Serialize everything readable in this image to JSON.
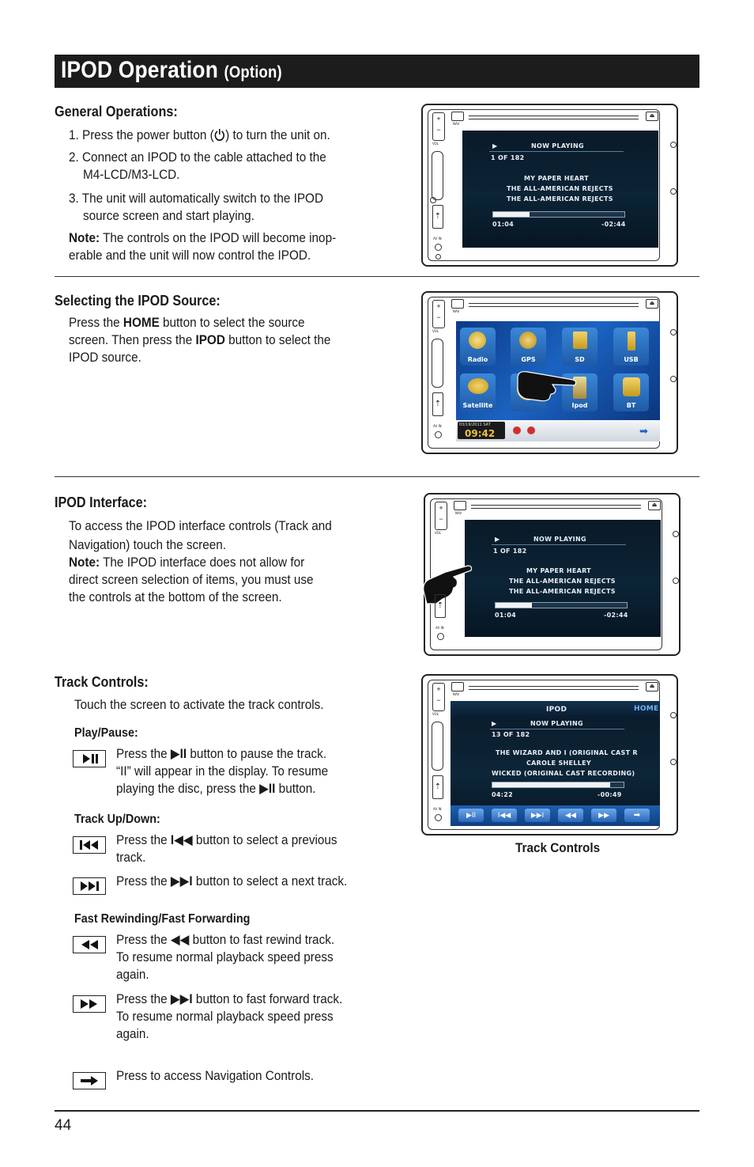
{
  "title": {
    "main": "IPOD Operation",
    "option": "(Option)"
  },
  "general": {
    "heading": "General Operations:",
    "step1_a": "1. Press the power button (",
    "step1_b": ") to turn the unit on.",
    "step2_a": "2. Connect an IPOD to the cable attached to the",
    "step2_b": "M4-LCD/M3-LCD.",
    "step3_a": "3. The unit will automatically switch to the IPOD",
    "step3_b": "source screen and start playing.",
    "note_label": "Note:",
    "note_a": " The controls on the IPOD will become inop-",
    "note_b": "erable and the unit will now control the IPOD."
  },
  "selecting": {
    "heading": "Selecting the IPOD Source:",
    "l1_a": "Press the ",
    "l1_b": "HOME",
    "l1_c": " button to select the source",
    "l2_a": "screen. Then press the ",
    "l2_b": "IPOD",
    "l2_c": " button to select the",
    "l3": "IPOD source."
  },
  "interface": {
    "heading": "IPOD Interface:",
    "l1": "To access the IPOD interface controls (Track and",
    "l2": "Navigation) touch the screen.",
    "note_label": "Note:",
    "l3": " The IPOD interface does not allow for",
    "l4": "direct screen selection of items, you must use",
    "l5": "the controls at the bottom of the screen."
  },
  "track": {
    "heading": "Track Controls:",
    "intro": "Touch the screen to activate the track controls.",
    "play_heading": "Play/Pause:",
    "play_l1_a": "Press the ",
    "play_l1_b": " button to pause the track.",
    "play_l2": "“II” will appear in the display. To resume",
    "play_l3_a": "playing the disc, press the ",
    "play_l3_b": " button.",
    "updown_heading": "Track Up/Down:",
    "prev_l1_a": "Press the ",
    "prev_l1_b": " button to select a previous",
    "prev_l2": "track.",
    "next_l1_a": "Press the ",
    "next_l1_b": " button to select a next track.",
    "ff_heading": "Fast Rewinding/Fast Forwarding",
    "rew_l1_a": "Press the ",
    "rew_l1_b": " button to fast rewind track.",
    "rew_l2": "To resume normal playback speed press",
    "rew_l3": "again.",
    "fwd_l1_a": "Press the ",
    "fwd_l1_b": " button to fast forward track.",
    "fwd_l2": "To resume normal playback speed press",
    "fwd_l3": "again.",
    "nav_text": "Press to access Navigation Controls.",
    "caption": "Track Controls"
  },
  "screen1": {
    "now_playing": "NOW  PLAYING",
    "count": "1 OF  182",
    "song": "MY PAPER HEART",
    "artist": "THE ALL-AMERICAN REJECTS",
    "album": "THE ALL-AMERICAN REJECTS",
    "elapsed": "01:04",
    "remaining": "-02:44",
    "progress": 0.28
  },
  "screen2": {
    "tiles": [
      "Radio",
      "GPS",
      "SD",
      "USB",
      "Satellite",
      "",
      "Ipod",
      "BT"
    ],
    "date": "03/19/2011   SAT",
    "time": "09:42"
  },
  "screen3": {
    "now_playing": "NOW  PLAYING",
    "count": "1 OF  182",
    "song": "MY PAPER HEART",
    "artist": "THE ALL-AMERICAN REJECTS",
    "album": "THE ALL-AMERICAN REJECTS",
    "elapsed": "01:04",
    "remaining": "-02:44",
    "progress": 0.28
  },
  "screen4": {
    "title": "IPOD",
    "home": "HOME",
    "now_playing": "NOW  PLAYING",
    "count": "13 OF  182",
    "song": "THE WIZARD AND I (ORIGINAL CAST R",
    "artist": "CAROLE SHELLEY",
    "album": "WICKED (ORIGINAL CAST RECORDING)",
    "elapsed": "04:22",
    "remaining": "-00:49",
    "progress": 0.9
  },
  "device_labels": {
    "nav": "NAV",
    "vol": "VOL",
    "avin": "AV IN"
  },
  "page_number": "44"
}
